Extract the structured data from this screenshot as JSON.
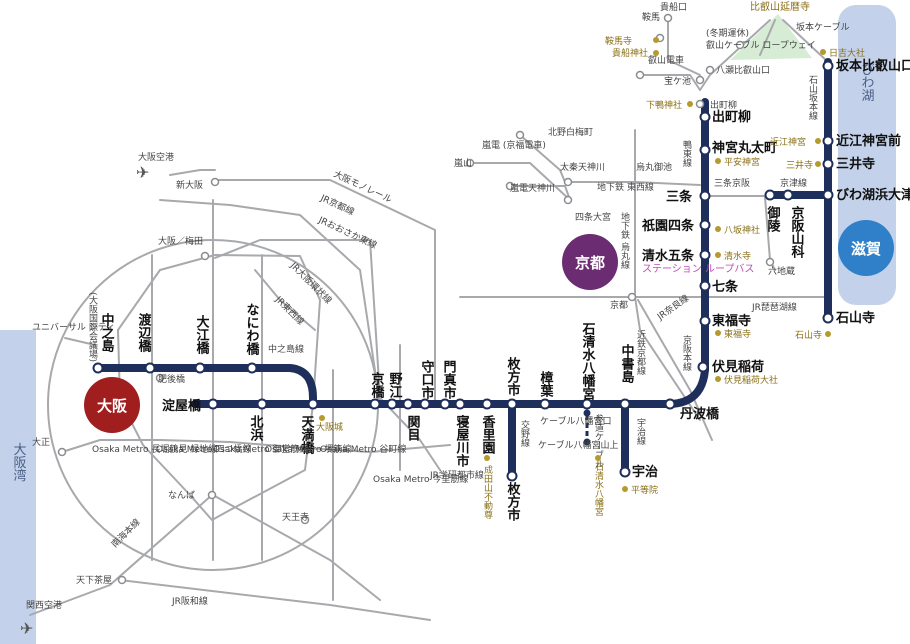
{
  "regions": {
    "osaka": "大阪",
    "kyoto": "京都",
    "shiga": "滋賀"
  },
  "water": {
    "osaka_bay": "大阪湾",
    "lake_biwa": "びわ湖"
  },
  "mainline": {
    "stations": {
      "yodoyabashi": "淀屋橋",
      "kitahama": "北浜",
      "temmabashi": "天満橋",
      "kyobashi": "京橋",
      "noe": "野江",
      "sekime": "関目",
      "moriguchishi": "守口市",
      "kadomashi": "門真市",
      "neyagawashi": "寝屋川市",
      "korien": "香里園",
      "hirakatashi": "枚方市",
      "kuzuha": "樟葉",
      "iwashimizu": "石清水八幡宮",
      "chushojima": "中書島",
      "tambabashi": "丹波橋",
      "fushimiinari": "伏見稲荷",
      "tofukuji": "東福寺",
      "shichijo": "七条",
      "kiyomizugojo": "清水五条",
      "gionshijo": "祇園四条",
      "sanjo": "三条",
      "jingumarutamachi": "神宮丸太町",
      "demachiyanagi": "出町柳"
    },
    "line_names": {
      "keihan_main": "京阪本線",
      "kamogawa": "鴨東線"
    }
  },
  "nakanoshima_line": {
    "name": "中之島線",
    "stations": {
      "nakanoshima": "中之島",
      "nakanoshima_sub": "(大阪国際会議場)",
      "watanabebashi": "渡辺橋",
      "oebashi": "大江橋",
      "naniwabashi": "なにわ橋"
    }
  },
  "branches": {
    "katano_line": "交野線",
    "uji_line": "宇治線",
    "uji": "宇治",
    "otokoyama_cable": "ケーブル八幡宮口",
    "otokoyama_cable2": "ケーブル八幡宮山上",
    "cable_label": "参道ケーブル"
  },
  "otsu": {
    "sakamoto": "坂本比叡山口",
    "ishiyama_sakamoto_line": "石山坂本線",
    "omijingumae": "近江神宮前",
    "miidera": "三井寺",
    "biwako_hamaotsu": "びわ湖浜大津",
    "ishiyamadera": "石山寺",
    "keishin_line": "京津線",
    "misasagi": "御陵",
    "keihanyamashina": "京阪山科"
  },
  "hieizan": {
    "hieizan_enryakuji": "比叡山延暦寺",
    "sakamoto_cable": "坂本ケーブル",
    "eizan_cable": "叡山ケーブル ロープウェイ",
    "winter_note": "(冬期運休)",
    "yase": "八瀬比叡山口",
    "eizan_railway": "叡山電車",
    "takaragaike": "宝ケ池",
    "kurama": "鞍馬",
    "kibune": "貴船口",
    "demachiyanagi_small": "出町柳"
  },
  "spots": {
    "osaka_castle": "大阪城",
    "naritasan": "成田山不動尊",
    "iwashimizu_shrine": "石清水八幡宮",
    "byodoin": "平等院",
    "fushimi_inari": "伏見稲荷大社",
    "tofukuji": "東福寺",
    "kiyomizudera": "清水寺",
    "yasaka": "八坂神社",
    "heian": "平安神宮",
    "shimogamo": "下鴨神社",
    "kurama_temple": "鞍馬寺",
    "kifune_shrine": "貴船神社",
    "hiyoshi": "日吉大社",
    "omi_jingu": "近江神宮",
    "miidera_temple": "三井寺",
    "ishiyamadera_temple": "石山寺"
  },
  "other_lines": {
    "osaka_monorail": "大阪モノレール",
    "jr_gakkentoshi": "JR京都線",
    "jr_osaka_higashi": "JRおおさか東線",
    "jr_osaka_loop": "JR大阪環状線",
    "jr_tozai": "JR東西線",
    "jr_gakken": "JR学研都市線",
    "jr_hanwa": "JR阪和線",
    "jr_biwako": "JR琵琶湖線",
    "jr_nara": "JR奈良線",
    "kintetsu_kyoto": "近鉄京都線",
    "nankai": "南海本線",
    "randen": "嵐電 (京福電車)",
    "station_loop_bus": "ステーション ループバス",
    "metro_nagahori": "Osaka Metro 長堀鶴見 緑地線",
    "metro_yotsubashi": "Osaka Metro 四つ橋線",
    "metro_midosuji": "Osaka Metro 御堂筋線",
    "metro_sakaisuji": "Osaka Metro 堺筋線",
    "metro_tanimachi": "Osaka Metro 谷町線",
    "metro_imazato": "Osaka Metro 今里筋線",
    "subway_tozai": "地下鉄 東西線",
    "subway_karasuma": "地下鉄 烏丸線"
  },
  "other_stations": {
    "osaka_airport": "大阪空港",
    "shin_osaka": "新大阪",
    "osaka_umeda": "大阪／梅田",
    "universal_city": "ユニバーサル シティ",
    "taisho": "大正",
    "namba": "なんば",
    "tennoji": "天王寺",
    "tengachaya": "天下茶屋",
    "kansai_airport": "関西空港",
    "higobashi": "肥後橋",
    "kitano_hakubaicho": "北野白梅町",
    "arashiyama": "嵐山",
    "randen_tenjingawa": "嵐電天神川",
    "uzumasa_tenjingawa": "太秦天神川",
    "shijo_omiya": "四条大宮",
    "karasuma_oike": "烏丸御池",
    "sanjo_keihan": "三条京阪",
    "kyoto": "京都",
    "rokujizo": "六地蔵"
  },
  "colors": {
    "keihan": "#1f2f5c",
    "jr_gray": "#a7a9ac",
    "lake": "#c3d2ea",
    "osaka_circle": "#a01e1e",
    "kyoto_circle": "#6c2c72",
    "shiga_circle": "#2f80c8",
    "spot": "#b59a2d"
  }
}
